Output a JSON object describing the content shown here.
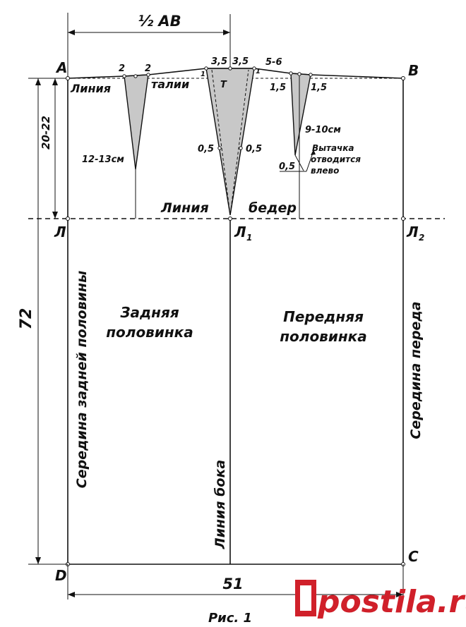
{
  "points": {
    "a": "А",
    "b": "В",
    "d": "D",
    "c": "С",
    "l": "Л",
    "l1": "Л",
    "l1_sub": "1",
    "l2": "Л",
    "l2_sub": "2",
    "t": "Т"
  },
  "dimensions": {
    "half_ab": "½ АВ",
    "hip_depth": "20-22",
    "length": "72",
    "width": "51"
  },
  "lines": {
    "waist_word1": "Линия",
    "waist_word2": "талии",
    "hips_word1": "Линия",
    "hips_word2": "бедер",
    "side": "Линия бока",
    "back_center": "Середина задней половины",
    "front_center": "Середина переда"
  },
  "panels": {
    "back_line1": "Задняя",
    "back_line2": "половинка",
    "front_line1": "Передняя",
    "front_line2": "половинка"
  },
  "darts": {
    "back_w1": "2",
    "back_w2": "2",
    "back_len": "12-13см",
    "side_w1": "3,5",
    "side_w2": "3,5",
    "side_rise1": "1",
    "side_rise2": "1",
    "side_mid1": "0,5",
    "side_mid2": "0,5",
    "front_offset": "5-6",
    "front_w1": "1,5",
    "front_w2": "1,5",
    "front_len": "9-10см",
    "front_shift": "0,5",
    "note_line1": "Вытачка",
    "note_line2": "отводится",
    "note_line3": "влево"
  },
  "caption": "Рис. 1",
  "watermark": {
    "text": "postila.ru",
    "color": "#d0202a"
  }
}
